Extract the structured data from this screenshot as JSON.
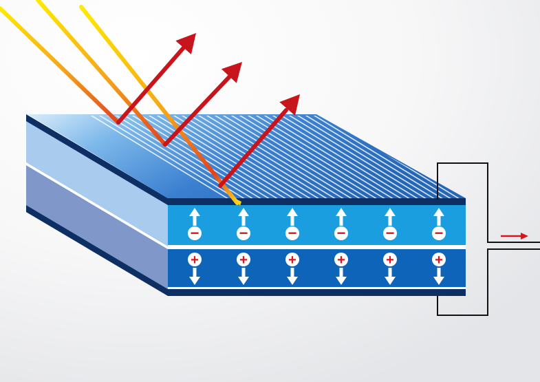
{
  "diagram": {
    "electron_sign": "−",
    "hole_sign": "+",
    "charge_columns": 6,
    "incoming_rays": 3,
    "reflected_rays": 3,
    "colors": {
      "background_light": "#ffffff",
      "background_dark": "#e4e5e8",
      "top_surface": "#2f72c4",
      "top_surface_light": "#9ccdf0",
      "n_layer": "#1a9ee0",
      "p_layer": "#0d64b8",
      "side_upper": "#a7c9ec",
      "side_lower": "#7f96c8",
      "dark_edge": "#0d2f63",
      "ray_hot": "#e3421b",
      "ray_yellow": "#ffea00",
      "arrow_red": "#c8141c",
      "circuit_wire": "#111111"
    }
  }
}
